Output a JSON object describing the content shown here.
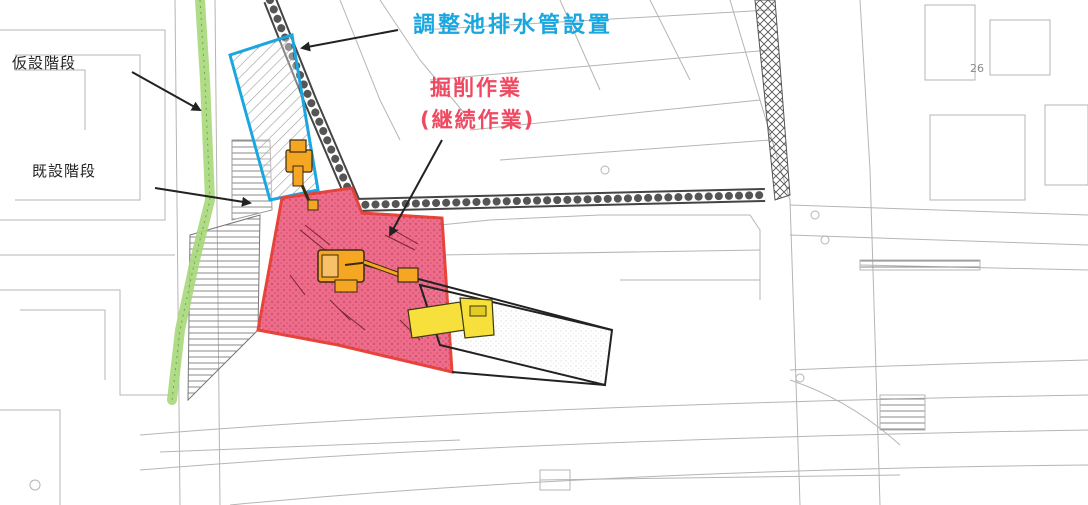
{
  "labels": {
    "drain_pipe": "調整池排水管設置",
    "excavation": "掘削作業",
    "excavation_note": "(継続作業)",
    "temp_stairs": "仮設階段",
    "existing_stairs": "既設階段"
  },
  "colors": {
    "drain_label": "#1aa7e0",
    "drain_area": "#1aa7e0",
    "excavation_label": "#ef4a62",
    "excavation_fill": "#ee6b8a",
    "excavation_border": "#e8443a",
    "temp_stairs_fill": "#a8d87a",
    "machinery": "#f5a623",
    "truck": "#f7e03b"
  },
  "icons": [
    "excavator-icon",
    "dump-truck-icon"
  ]
}
